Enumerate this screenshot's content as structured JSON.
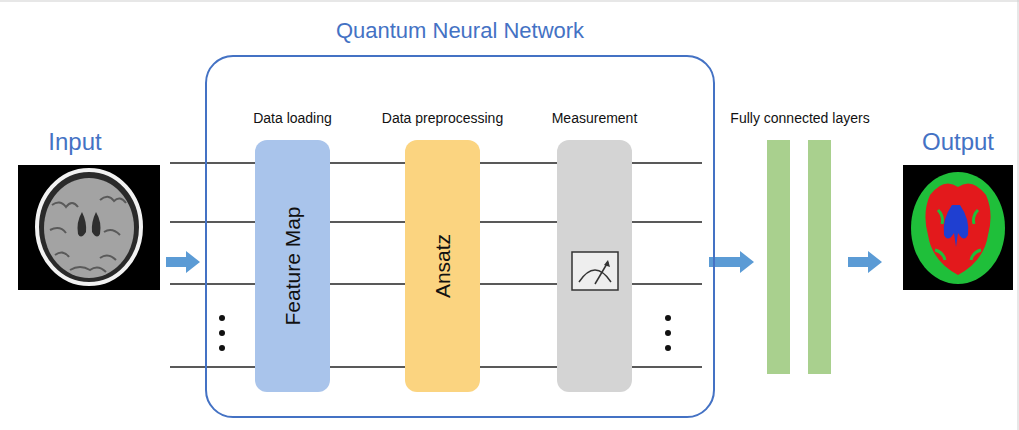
{
  "diagram": {
    "nodes": [
      {
        "text": [
          "Quantum Neural Network"
        ]
      },
      {
        "text": [
          "Data loading",
          "Feature Map"
        ],
        "in": 0
      },
      {
        "text": [
          "Data preprocessing",
          "Ansatz"
        ],
        "in": 0
      },
      {
        "text": [
          "Measurement"
        ],
        "in": 0
      },
      {
        "text": [
          "Fully connected layers"
        ]
      }
    ],
    "edges": [
      {
        "from": 0,
        "to": 4,
        "arrow": "to"
      }
    ],
    "labels": [
      "Input",
      "Output"
    ]
  }
}
